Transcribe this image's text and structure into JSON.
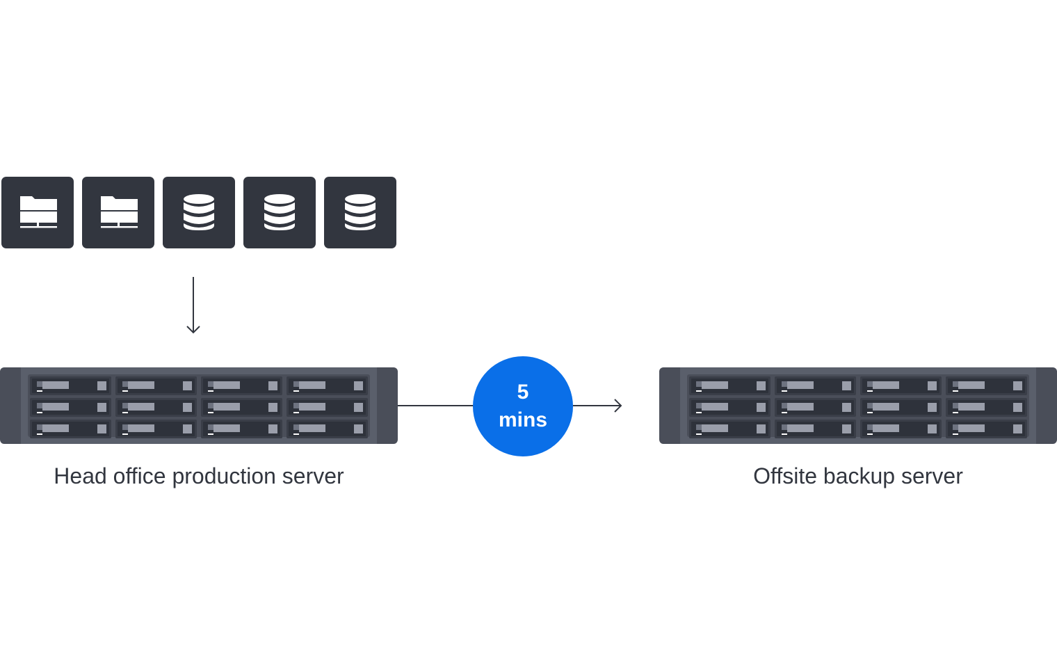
{
  "source": {
    "items": [
      {
        "icon": "network-folder-icon"
      },
      {
        "icon": "network-folder-icon"
      },
      {
        "icon": "database-icon"
      },
      {
        "icon": "database-icon"
      },
      {
        "icon": "database-icon"
      }
    ]
  },
  "production_server": {
    "label": "Head office production server"
  },
  "backup_server": {
    "label": "Offsite backup server"
  },
  "interval": {
    "value": "5",
    "unit": "mins"
  },
  "colors": {
    "tile": "#32363f",
    "accent": "#0a6fe8",
    "server_body": "#5a5f6b",
    "text": "#32363f"
  }
}
